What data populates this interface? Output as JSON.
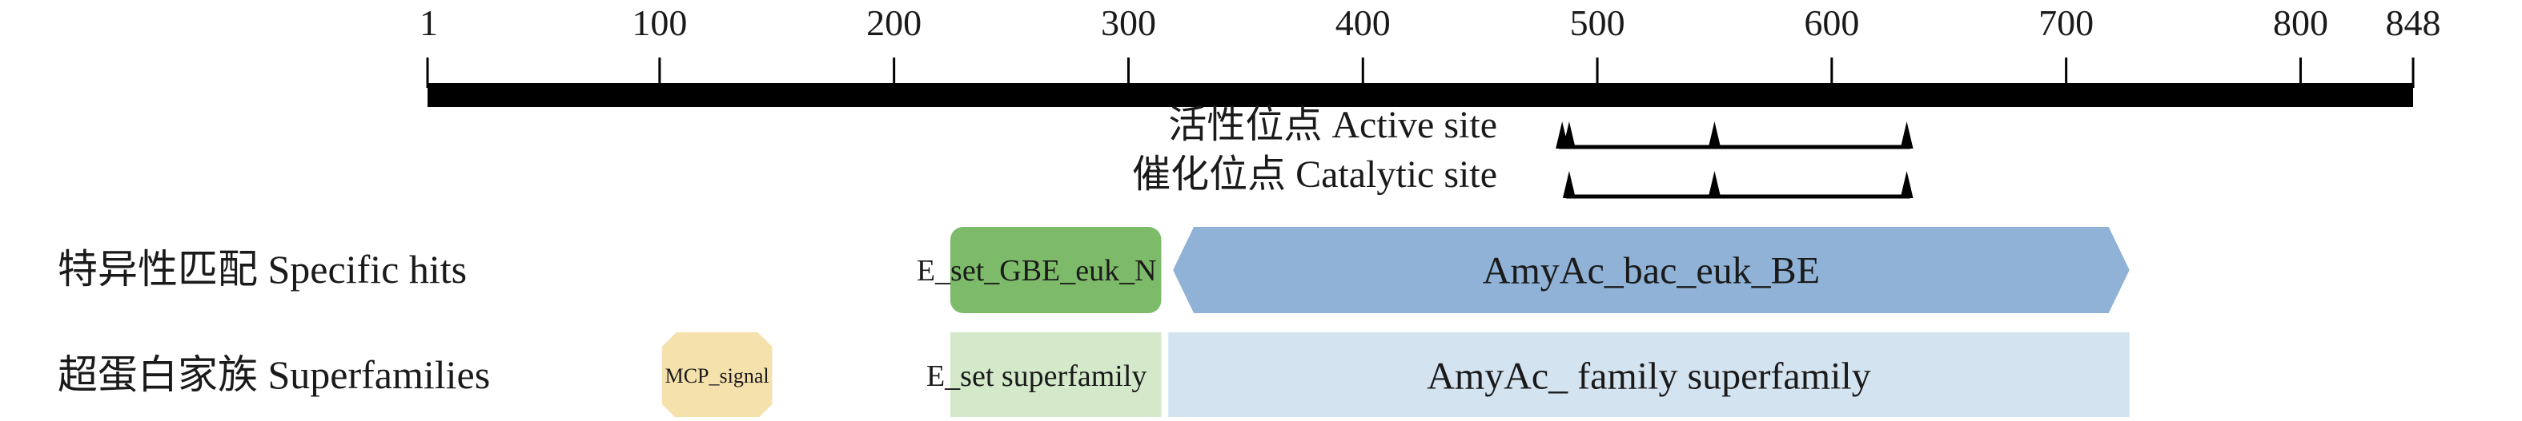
{
  "ruler": {
    "start": 1,
    "end": 848,
    "ticks": [
      1,
      100,
      200,
      300,
      400,
      500,
      600,
      700,
      800,
      848
    ]
  },
  "sites": [
    {
      "label": "活性位点 Active site",
      "positions": [
        485,
        488,
        550,
        632
      ]
    },
    {
      "label": "催化位点 Catalytic site",
      "positions": [
        488,
        550,
        632
      ]
    }
  ],
  "tracks": [
    {
      "label": "特异性匹配 Specific hits",
      "domains": [
        {
          "name": "E_set_GBE_euk_N",
          "start": 224,
          "end": 314,
          "color": "#7dbb6a",
          "shape": "rounded"
        },
        {
          "name": "AmyAc_bac_euk_BE",
          "start": 319,
          "end": 727,
          "color": "#8fb2d6",
          "shape": "hexagon"
        }
      ]
    },
    {
      "label": "超蛋白家族 Superfamilies",
      "domains": [
        {
          "name": "MCP_signal",
          "start": 101,
          "end": 148,
          "color": "#f5e1ac",
          "shape": "octagon"
        },
        {
          "name": "E_set superfamily",
          "start": 224,
          "end": 314,
          "color": "#d3e9c9",
          "shape": "rect"
        },
        {
          "name": "AmyAc_ family superfamily",
          "start": 317,
          "end": 727,
          "color": "#d4e3f0",
          "shape": "rect"
        }
      ]
    }
  ]
}
